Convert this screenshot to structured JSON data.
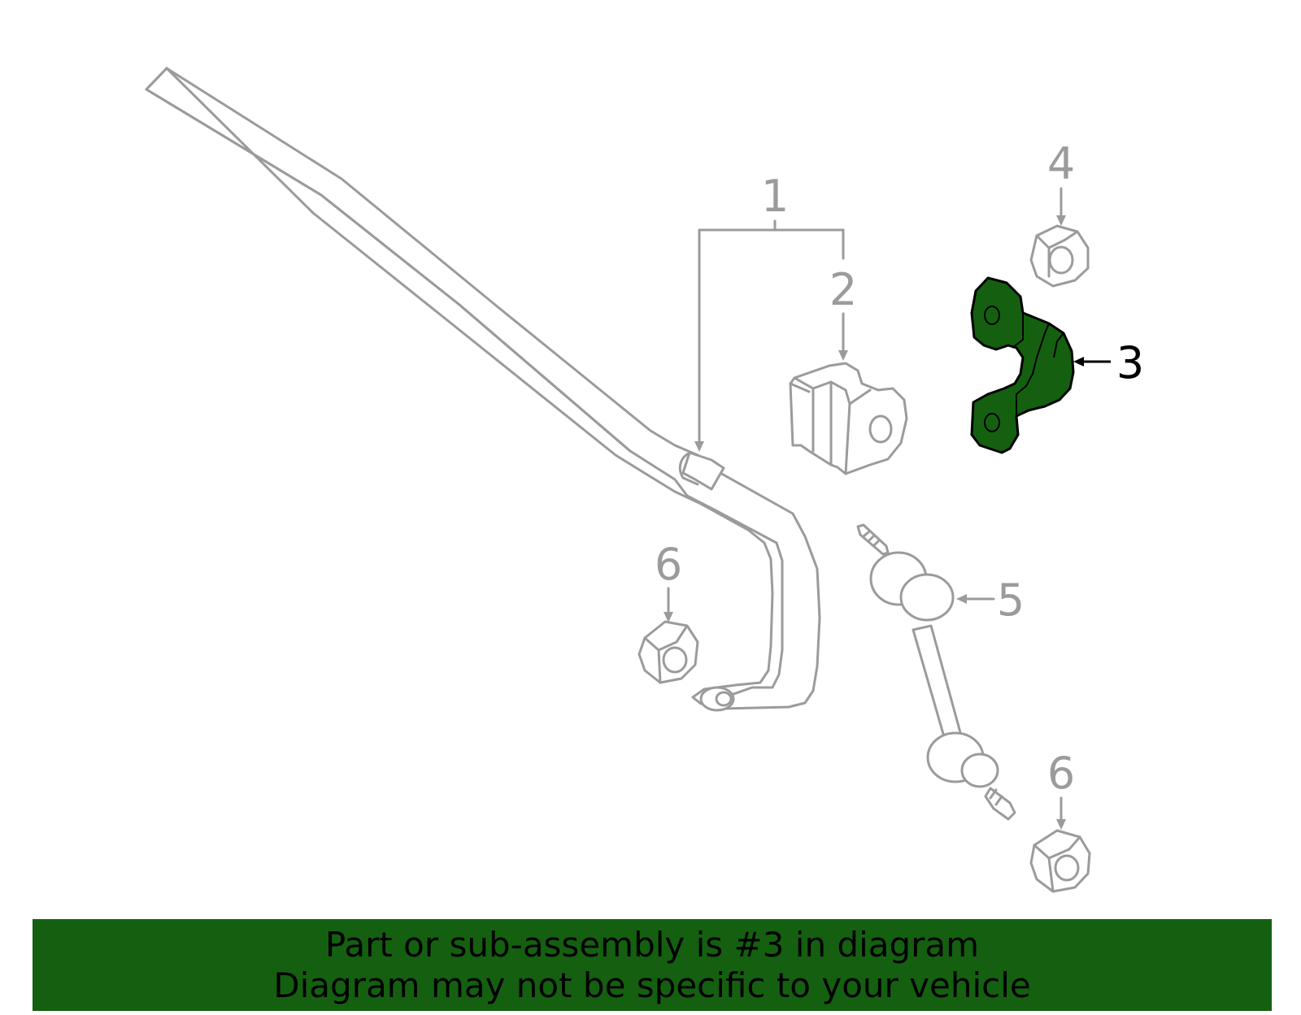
{
  "diagram": {
    "callouts": {
      "c1": "1",
      "c2": "2",
      "c3": "3",
      "c4": "4",
      "c5": "5",
      "c6a": "6",
      "c6b": "6"
    },
    "highlight_color": "#146010",
    "part_outline_color": "#9b9b9b"
  },
  "banner": {
    "line1": "Part or sub-assembly is #3 in diagram",
    "line2": "Diagram may not be specific to your vehicle",
    "background_color": "#146010"
  }
}
